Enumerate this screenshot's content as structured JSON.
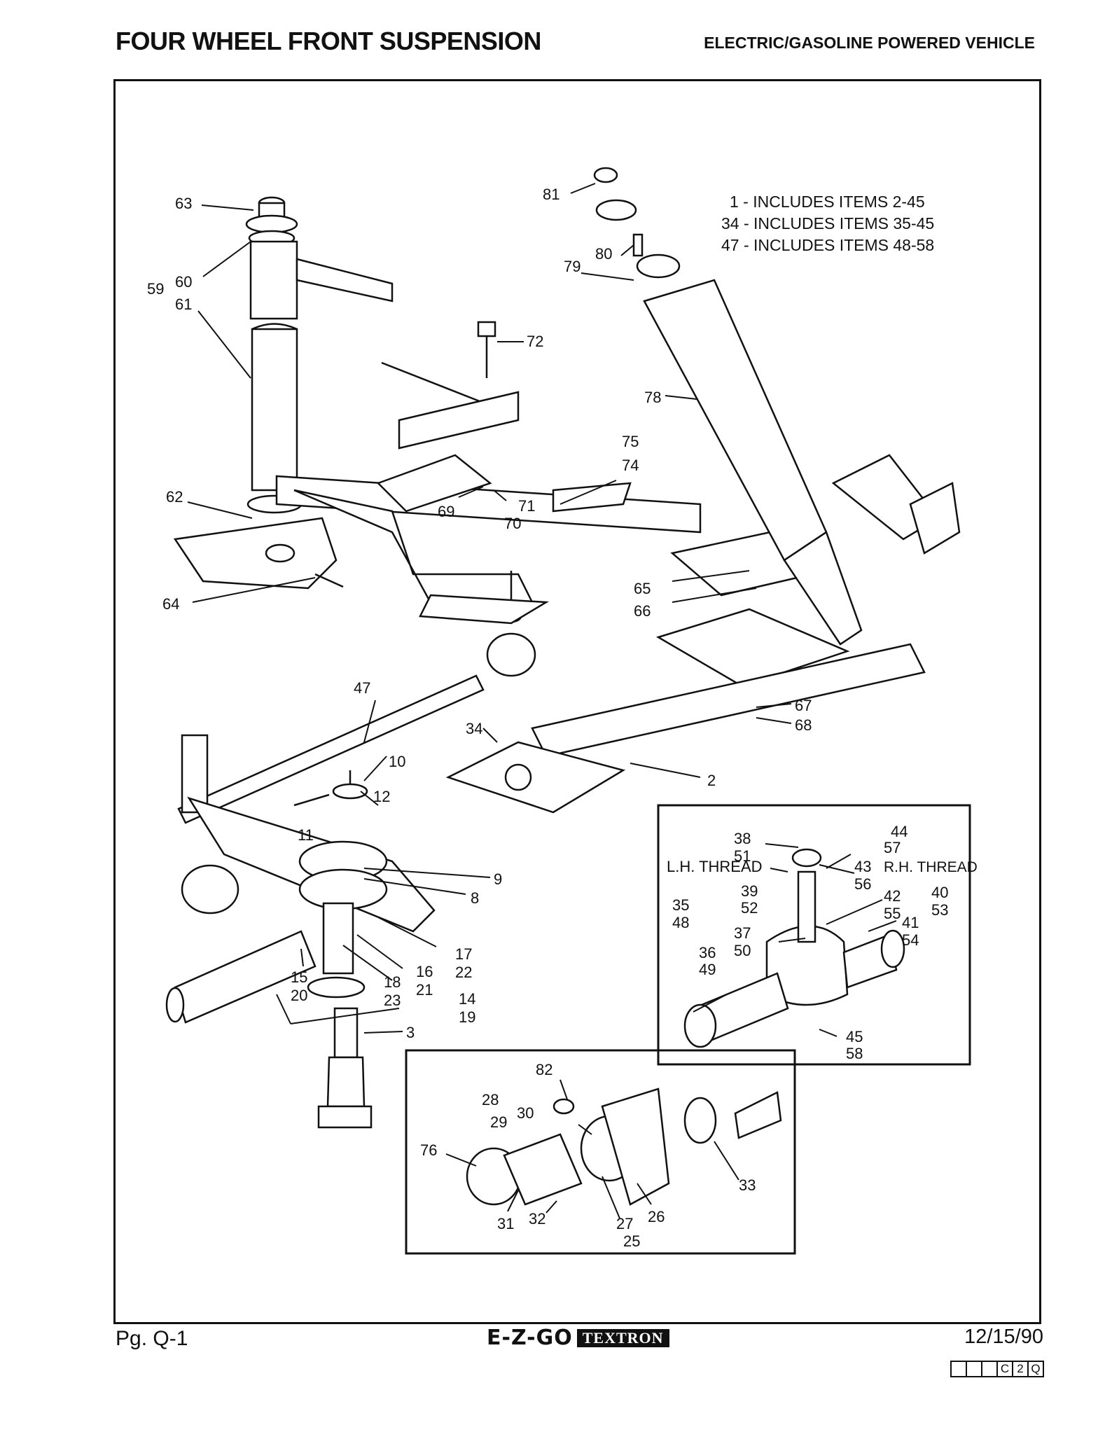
{
  "header": {
    "title": "FOUR WHEEL FRONT SUSPENSION",
    "subtitle": "ELECTRIC/GASOLINE POWERED VEHICLE"
  },
  "notes": [
    "1 - INCLUDES ITEMS 2-45",
    "34 - INCLUDES ITEMS 35-45",
    "47 - INCLUDES ITEMS 48-58"
  ],
  "callouts": {
    "c63": "63",
    "c60": "60",
    "c59": "59",
    "c61": "61",
    "c62": "62",
    "c64": "64",
    "c81": "81",
    "c80": "80",
    "c79": "79",
    "c78": "78",
    "c72": "72",
    "c75": "75",
    "c74": "74",
    "c69": "69",
    "c71": "71",
    "c70": "70",
    "c65": "65",
    "c66": "66",
    "c67": "67",
    "c68": "68",
    "c47": "47",
    "c34": "34",
    "c2": "2",
    "c10": "10",
    "c12": "12",
    "c11": "11",
    "c9": "9",
    "c8": "8",
    "c17": "17",
    "c22": "22",
    "c16": "16",
    "c21": "21",
    "c18": "18",
    "c23": "23",
    "c15": "15",
    "c20": "20",
    "c14": "14",
    "c19": "19",
    "c3": "3"
  },
  "tie_rod_inset": {
    "lh_thread": "L.H. THREAD",
    "rh_thread": "R.H. THREAD",
    "c38": "38",
    "c51": "51",
    "c44": "44",
    "c57": "57",
    "c43": "43",
    "c56": "56",
    "c39": "39",
    "c52": "52",
    "c35": "35",
    "c48": "48",
    "c40": "40",
    "c53": "53",
    "c42": "42",
    "c55": "55",
    "c41": "41",
    "c54": "54",
    "c37": "37",
    "c50": "50",
    "c36": "36",
    "c49": "49",
    "c45": "45",
    "c58": "58"
  },
  "hub_inset": {
    "c82": "82",
    "c28": "28",
    "c30": "30",
    "c29": "29",
    "c76": "76",
    "c33": "33",
    "c31": "31",
    "c32": "32",
    "c27": "27",
    "c26": "26",
    "c25": "25"
  },
  "footer": {
    "page": "Pg. Q-1",
    "brand": "E-Z-GO",
    "brand_box": "TEXTRON",
    "date": "12/15/90",
    "code": [
      "",
      "",
      "",
      "C",
      "2",
      "Q"
    ]
  }
}
